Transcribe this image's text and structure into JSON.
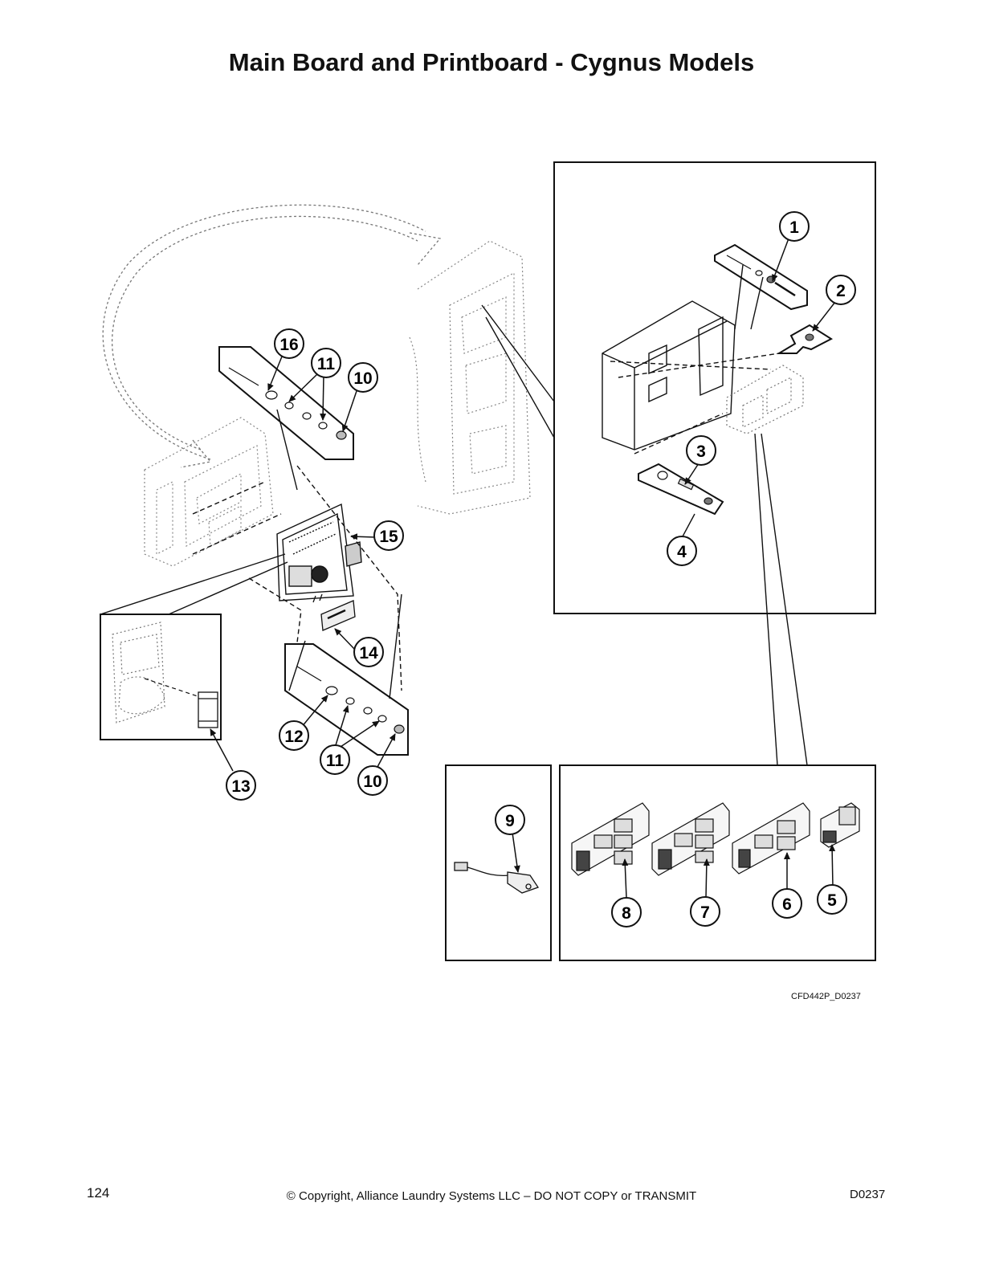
{
  "page": {
    "title": "Main Board and Printboard - Cygnus Models",
    "figure_id": "CFD442P_D0237",
    "page_number": "124",
    "copyright": "© Copyright, Alliance Laundry Systems LLC – DO NOT COPY or TRANSMIT",
    "doc_code": "D0237"
  },
  "callouts": {
    "c1": "1",
    "c2": "2",
    "c3": "3",
    "c4": "4",
    "c5": "5",
    "c6": "6",
    "c7": "7",
    "c8": "8",
    "c9": "9",
    "c10a": "10",
    "c10b": "10",
    "c11a": "11",
    "c11b": "11",
    "c12": "12",
    "c13": "13",
    "c14": "14",
    "c15": "15",
    "c16": "16"
  }
}
